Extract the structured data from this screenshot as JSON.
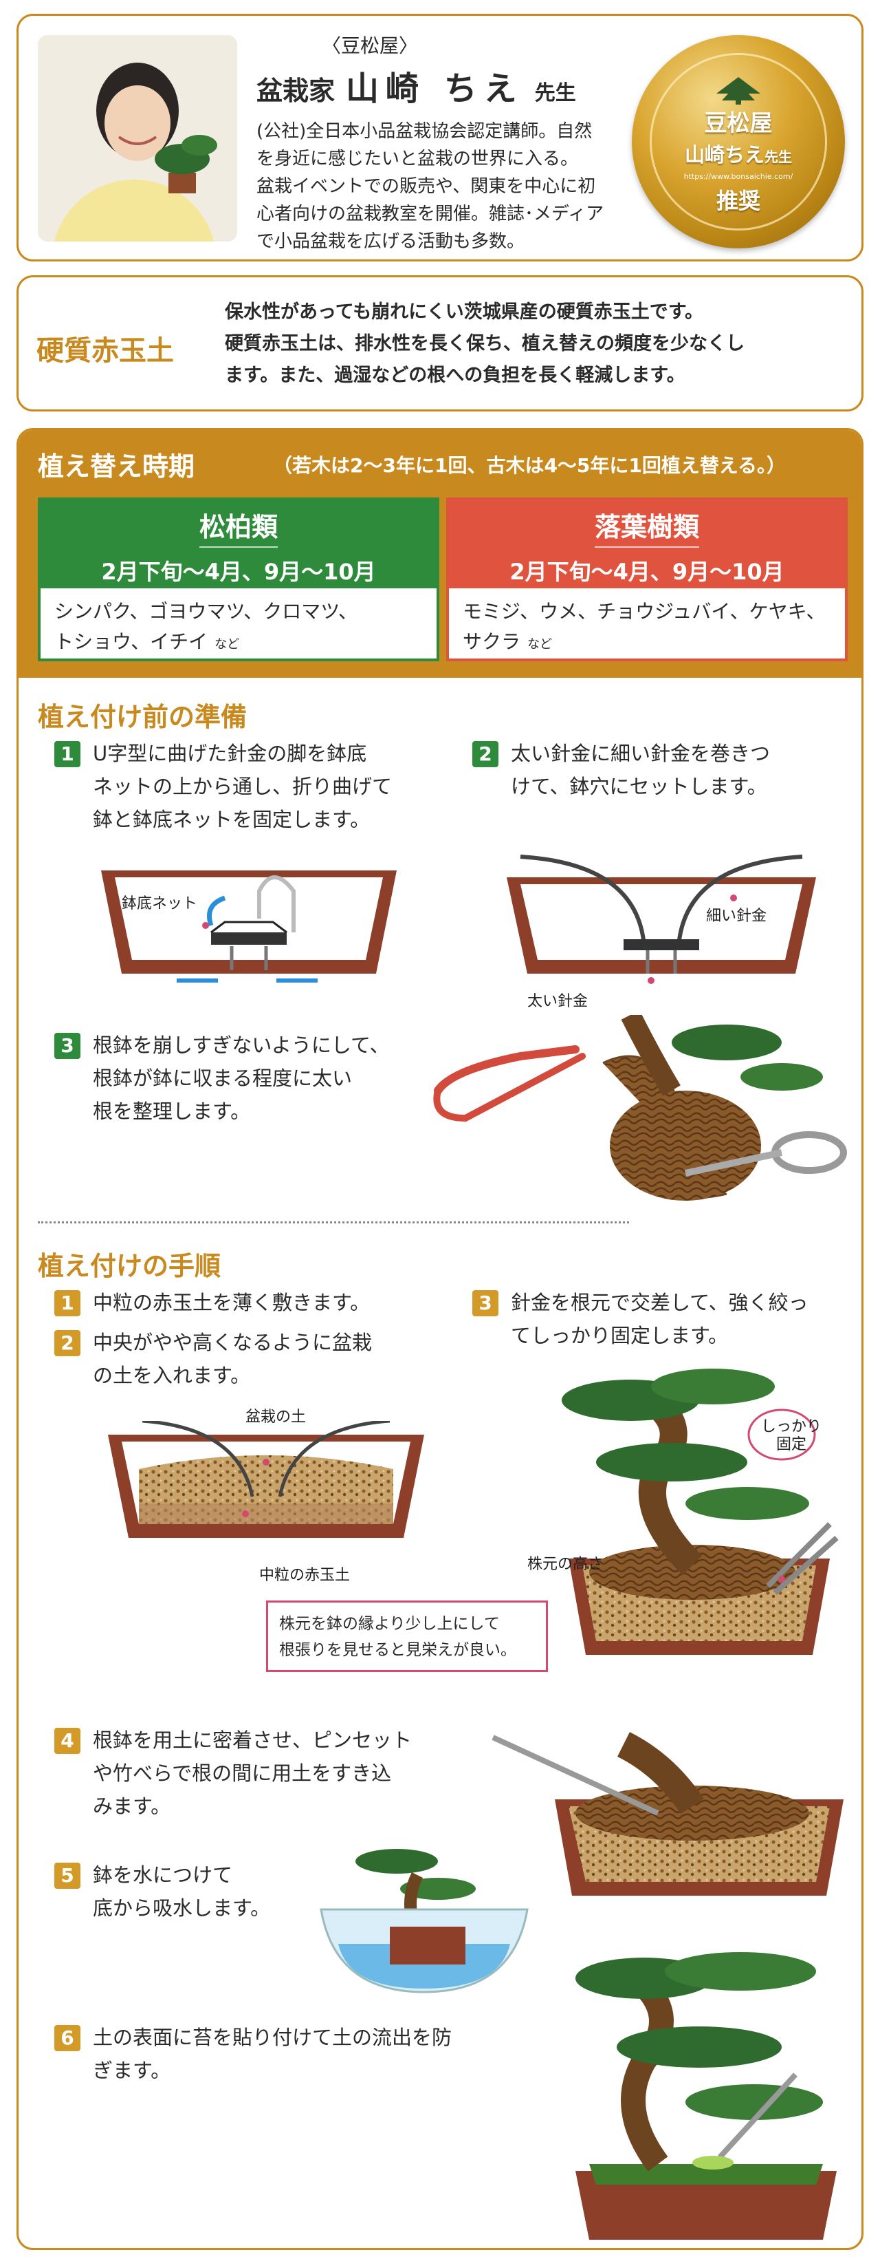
{
  "profile": {
    "shop": "〈豆松屋〉",
    "title": "盆栽家",
    "name": "山崎 ちえ",
    "suffix": "先生",
    "desc_lines": [
      "(公社)全日本小品盆栽協会認定講師。自然",
      "を身近に感じたいと盆栽の世界に入る。",
      "盆栽イベントでの販売や、関東を中心に初",
      "心者向けの盆栽教室を開催。雑誌･メディア",
      "で小品盆栽を広げる活動も多数。"
    ],
    "seal": {
      "shop": "豆松屋",
      "name": "山崎ちえ",
      "name_suffix": "先生",
      "url": "https://www.bonsaichie.com/",
      "recommend": "推奨",
      "color": "#d9a52f"
    }
  },
  "product": {
    "title": "硬質赤玉土",
    "desc_lines": [
      "保水性があっても崩れにくい茨城県産の硬質赤玉土です。",
      "硬質赤玉土は、排水性を長く保ち、植え替えの頻度を少なくし",
      "ます。また、過湿などの根への負担を長く軽減します。"
    ]
  },
  "timing": {
    "title": "植え替え時期",
    "subtitle": "（若木は2～3年に1回、古木は4～5年に1回植え替える。）",
    "cards": [
      {
        "name": "松柏類",
        "period": "2月下旬～4月、9月～10月",
        "trees_line1": "シンパク、ゴヨウマツ、クロマツ、",
        "trees_line2": "トショウ、イチイ",
        "etc": "など",
        "color": "#2e8b3c"
      },
      {
        "name": "落葉樹類",
        "period": "2月下旬～4月、9月～10月",
        "trees_line1": "モミジ、ウメ、チョウジュバイ、ケヤキ、",
        "trees_line2": "サクラ",
        "etc": "など",
        "color": "#e0533f"
      }
    ]
  },
  "prep": {
    "title": "植え付け前の準備",
    "steps": [
      {
        "num": "1",
        "lines": [
          "U字型に曲げた針金の脚を鉢底",
          "ネットの上から通し、折り曲げて",
          "鉢と鉢底ネットを固定します。"
        ]
      },
      {
        "num": "2",
        "lines": [
          "太い針金に細い針金を巻きつ",
          "けて、鉢穴にセットします。"
        ]
      },
      {
        "num": "3",
        "lines": [
          "根鉢を崩しすぎないようにして、",
          "根鉢が鉢に収まる程度に太い",
          "根を整理します。"
        ]
      }
    ],
    "labels": {
      "net": "鉢底ネット",
      "thin_wire": "細い針金",
      "thick_wire": "太い針金"
    }
  },
  "procedure": {
    "title": "植え付けの手順",
    "steps": [
      {
        "num": "1",
        "lines": [
          "中粒の赤玉土を薄く敷きます。"
        ]
      },
      {
        "num": "2",
        "lines": [
          "中央がやや高くなるように盆栽",
          "の土を入れます。"
        ]
      },
      {
        "num": "3",
        "lines": [
          "針金を根元で交差して、強く絞っ",
          "てしっかり固定します。"
        ]
      },
      {
        "num": "4",
        "lines": [
          "根鉢を用土に密着させ、ピンセット",
          "や竹べらで根の間に用土をすき込",
          "みます。"
        ]
      },
      {
        "num": "5",
        "lines": [
          "鉢を水につけて",
          "底から吸水します。"
        ]
      },
      {
        "num": "6",
        "lines": [
          "土の表面に苔を貼り付けて土の流出を防",
          "ぎます。"
        ]
      }
    ],
    "labels": {
      "bonsai_soil": "盆栽の土",
      "medium_akadama": "中粒の赤玉土",
      "firm_line1": "しっかり",
      "firm_line2": "固定",
      "base_height": "株元の高さ",
      "callout_line1": "株元を鉢の縁より少し上にして",
      "callout_line2": "根張りを見せると見栄えが良い。"
    }
  },
  "colors": {
    "accent": "#c8891e",
    "green": "#2e8b3c",
    "red": "#e0533f",
    "step_orange": "#d39a27",
    "callout": "#d24a6f"
  }
}
